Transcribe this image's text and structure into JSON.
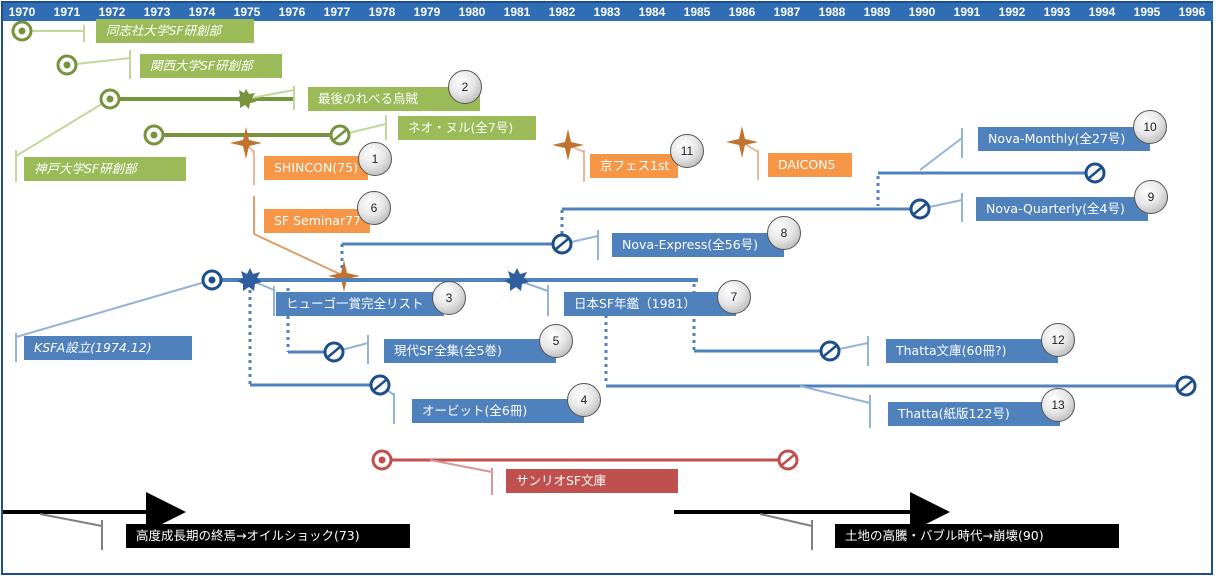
{
  "years": [
    "1970",
    "1971",
    "1972",
    "1973",
    "1974",
    "1975",
    "1976",
    "1977",
    "1978",
    "1979",
    "1980",
    "1981",
    "1982",
    "1983",
    "1984",
    "1985",
    "1986",
    "1987",
    "1988",
    "1989",
    "1990",
    "1991",
    "1992",
    "1993",
    "1994",
    "1995",
    "1996"
  ],
  "colors": {
    "green": "#77933c",
    "blue": "#4f81bd",
    "orange_star": "#c0732e",
    "red": "#c0504d",
    "year_bar": "#2f6db5"
  },
  "labels": {
    "doshisha": "同志社大学SF研創部",
    "kansai": "関西大学SF研創部",
    "saigo": "最後のれべる烏賊",
    "neo": "ネオ・ヌル(全7号)",
    "kobe": "神戸大学SF研創部",
    "shincon": "SHINCON(75)",
    "kyofes": "京フェス1st",
    "daicon": "DAICON5",
    "seminar": "SF Seminar77",
    "nova_monthly": "Nova-Monthly(全27号)",
    "nova_quarterly": "Nova-Quarterly(全4号)",
    "nova_express": "Nova-Express(全56号)",
    "hugo": "ヒューゴ一賞完全リスト",
    "nenkan": "日本SF年鑑（1981）",
    "ksfa": "KSFA設立(1974.12)",
    "gendai": "現代SF全集(全5巻)",
    "thatta_bunko": "Thatta文庫(60冊?)",
    "orbit": "オービット(全6冊)",
    "thatta": "Thatta(紙版122号)",
    "sanrio": "サンリオSF文庫",
    "era1": "高度成長期の終焉→オイルショック(73)",
    "era2": "土地の高騰・バブル時代→崩壊(90)"
  },
  "badges": {
    "b1": "1",
    "b2": "2",
    "b3": "3",
    "b4": "4",
    "b5": "5",
    "b6": "6",
    "b7": "7",
    "b8": "8",
    "b9": "9",
    "b10": "10",
    "b11": "11",
    "b12": "12",
    "b13": "13"
  }
}
